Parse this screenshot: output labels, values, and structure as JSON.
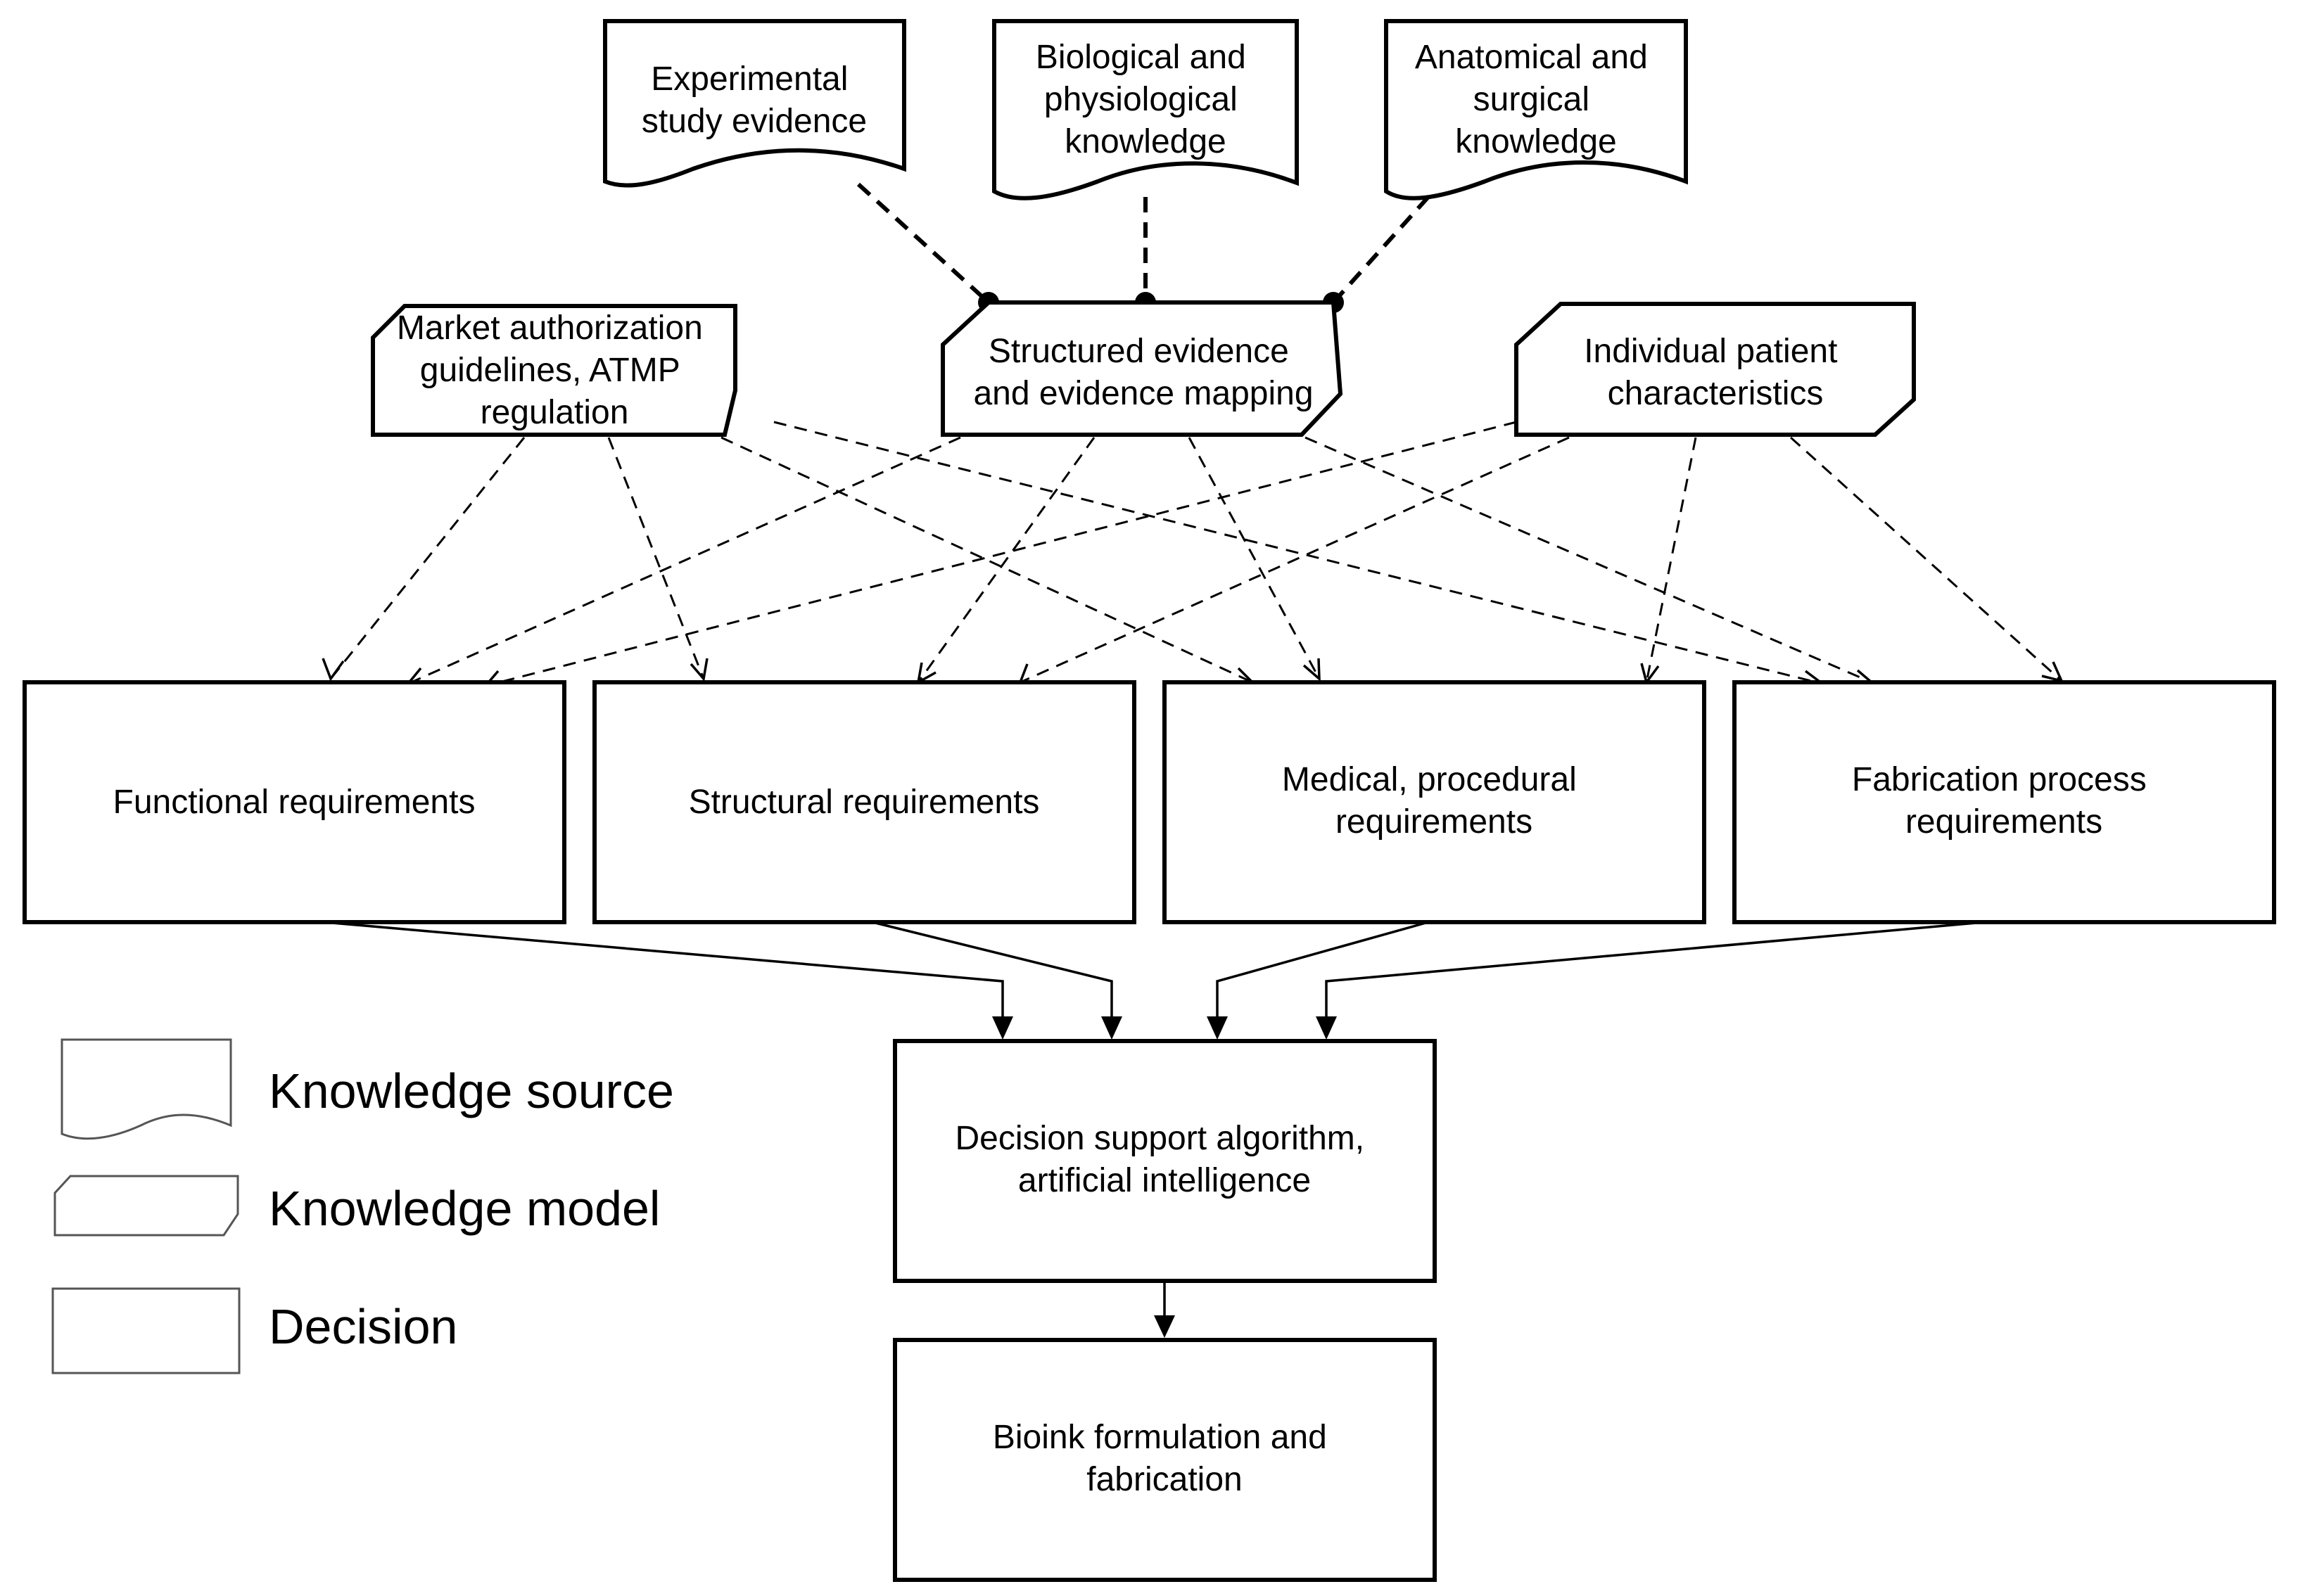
{
  "knowledge_sources": {
    "experimental": [
      "Experimental",
      "study evidence"
    ],
    "biological": [
      "Biological and",
      "physiological",
      "knowledge"
    ],
    "anatomical": [
      "Anatomical and",
      "surgical",
      "knowledge"
    ]
  },
  "knowledge_models": {
    "market": [
      "Market authorization",
      "guidelines, ATMP",
      "regulation"
    ],
    "structured": [
      "Structured evidence",
      "and evidence mapping"
    ],
    "patient": [
      "Individual patient",
      "characteristics"
    ]
  },
  "requirements": {
    "functional": [
      "Functional requirements"
    ],
    "structural": [
      "Structural requirements"
    ],
    "medical": [
      "Medical, procedural",
      "requirements"
    ],
    "fabrication": [
      "Fabrication process",
      "requirements"
    ]
  },
  "decisions": {
    "algorithm": [
      "Decision support algorithm,",
      "artificial intelligence"
    ],
    "bioink": [
      "Bioink formulation and",
      "fabrication"
    ]
  },
  "legend": {
    "source": "Knowledge source",
    "model": "Knowledge model",
    "decision": "Decision"
  }
}
